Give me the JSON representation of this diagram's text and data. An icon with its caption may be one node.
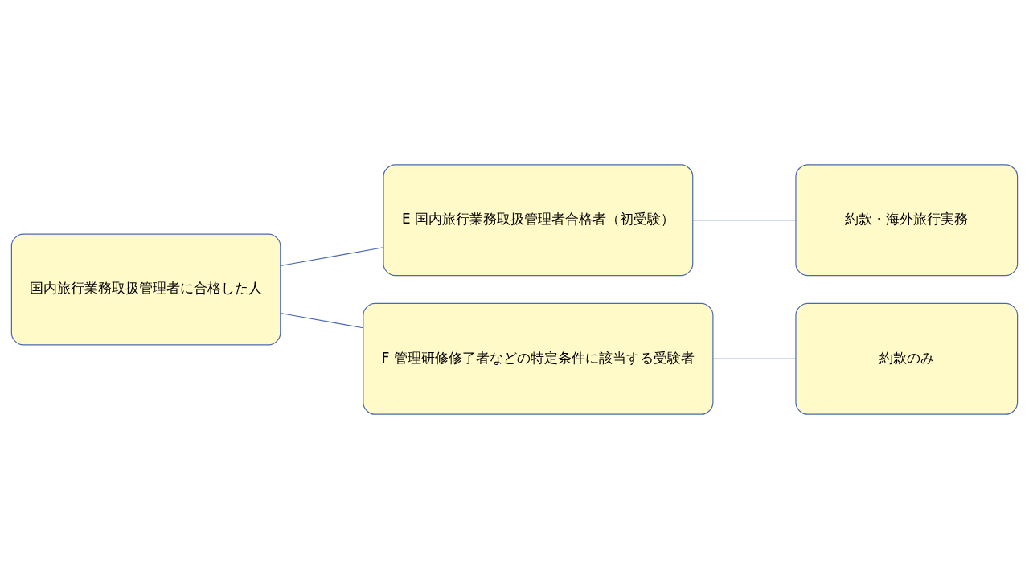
{
  "diagram": {
    "nodes": [
      {
        "text": [
          "国内旅行業務取扱管理者に合格した人"
        ]
      },
      {
        "text": [
          "E 国内旅行業務取扱管理者合格者（初受験）"
        ]
      },
      {
        "text": [
          "F 管理研修修了者などの特定条件に該当する受験者"
        ]
      },
      {
        "text": [
          "約款・海外旅行実務"
        ]
      },
      {
        "text": [
          "約款のみ"
        ]
      }
    ],
    "edges": [
      {
        "from": 0,
        "to": 1,
        "arrow": "none"
      },
      {
        "from": 0,
        "to": 2,
        "arrow": "none"
      },
      {
        "from": 1,
        "to": 3,
        "arrow": "none"
      },
      {
        "from": 2,
        "to": 4,
        "arrow": "none"
      }
    ]
  }
}
